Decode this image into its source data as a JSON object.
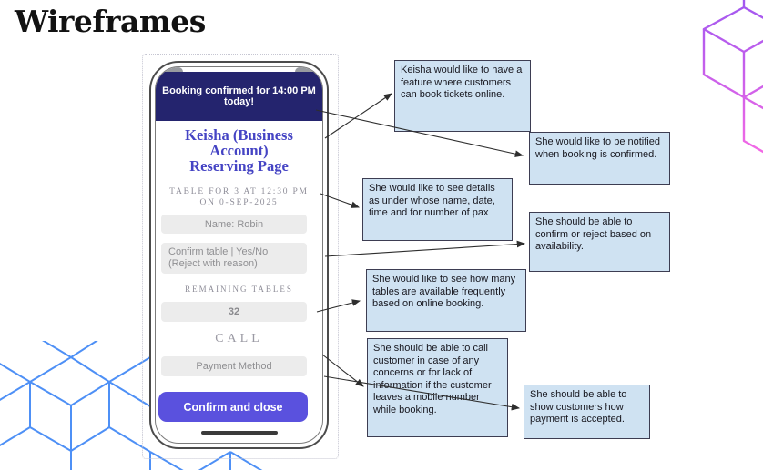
{
  "slide": {
    "title": "Wireframes"
  },
  "phone": {
    "banner": "Booking confirmed for 14:00 PM today!",
    "heading_lines": [
      "Keisha (Business",
      "Account)",
      "Reserving Page"
    ],
    "subheading_lines": [
      "TABLE FOR 3 AT 12:30 PM",
      "ON 0-SEP-2025"
    ],
    "name_field": "Name: Robin",
    "confirm_field": "Confirm table | Yes/No (Reject with reason)",
    "remaining_label": "REMAINING TABLES",
    "remaining_value": "32",
    "call_label": "CALL",
    "payment_field": "Payment Method",
    "confirm_button": "Confirm and close"
  },
  "annotations": [
    {
      "text": "Keisha would like to have a feature where customers can book tickets online."
    },
    {
      "text": "She would like to be notified when booking is confirmed."
    },
    {
      "text": "She would like to see details as under whose name, date, time and for number of pax"
    },
    {
      "text": "She should be able to confirm or reject based on availability."
    },
    {
      "text": "She would like to see how many tables are available frequently based on online booking."
    },
    {
      "text": "She should be able to call customer in case of any concerns or for lack of information if the customer leaves a mobile number while booking."
    },
    {
      "text": "She should be able to show customers how payment is accepted."
    }
  ],
  "colors": {
    "banner_bg": "#24246e",
    "accent_heading": "#4544c4",
    "button_bg": "#5a51de",
    "annotation_bg": "#cfe2f2",
    "annotation_border": "#3d3d52",
    "cube_blue": "#4e90f6",
    "cube_purple": "#a158f0",
    "cube_pink": "#fb6ae4",
    "arrow": "#2e2e2e"
  }
}
